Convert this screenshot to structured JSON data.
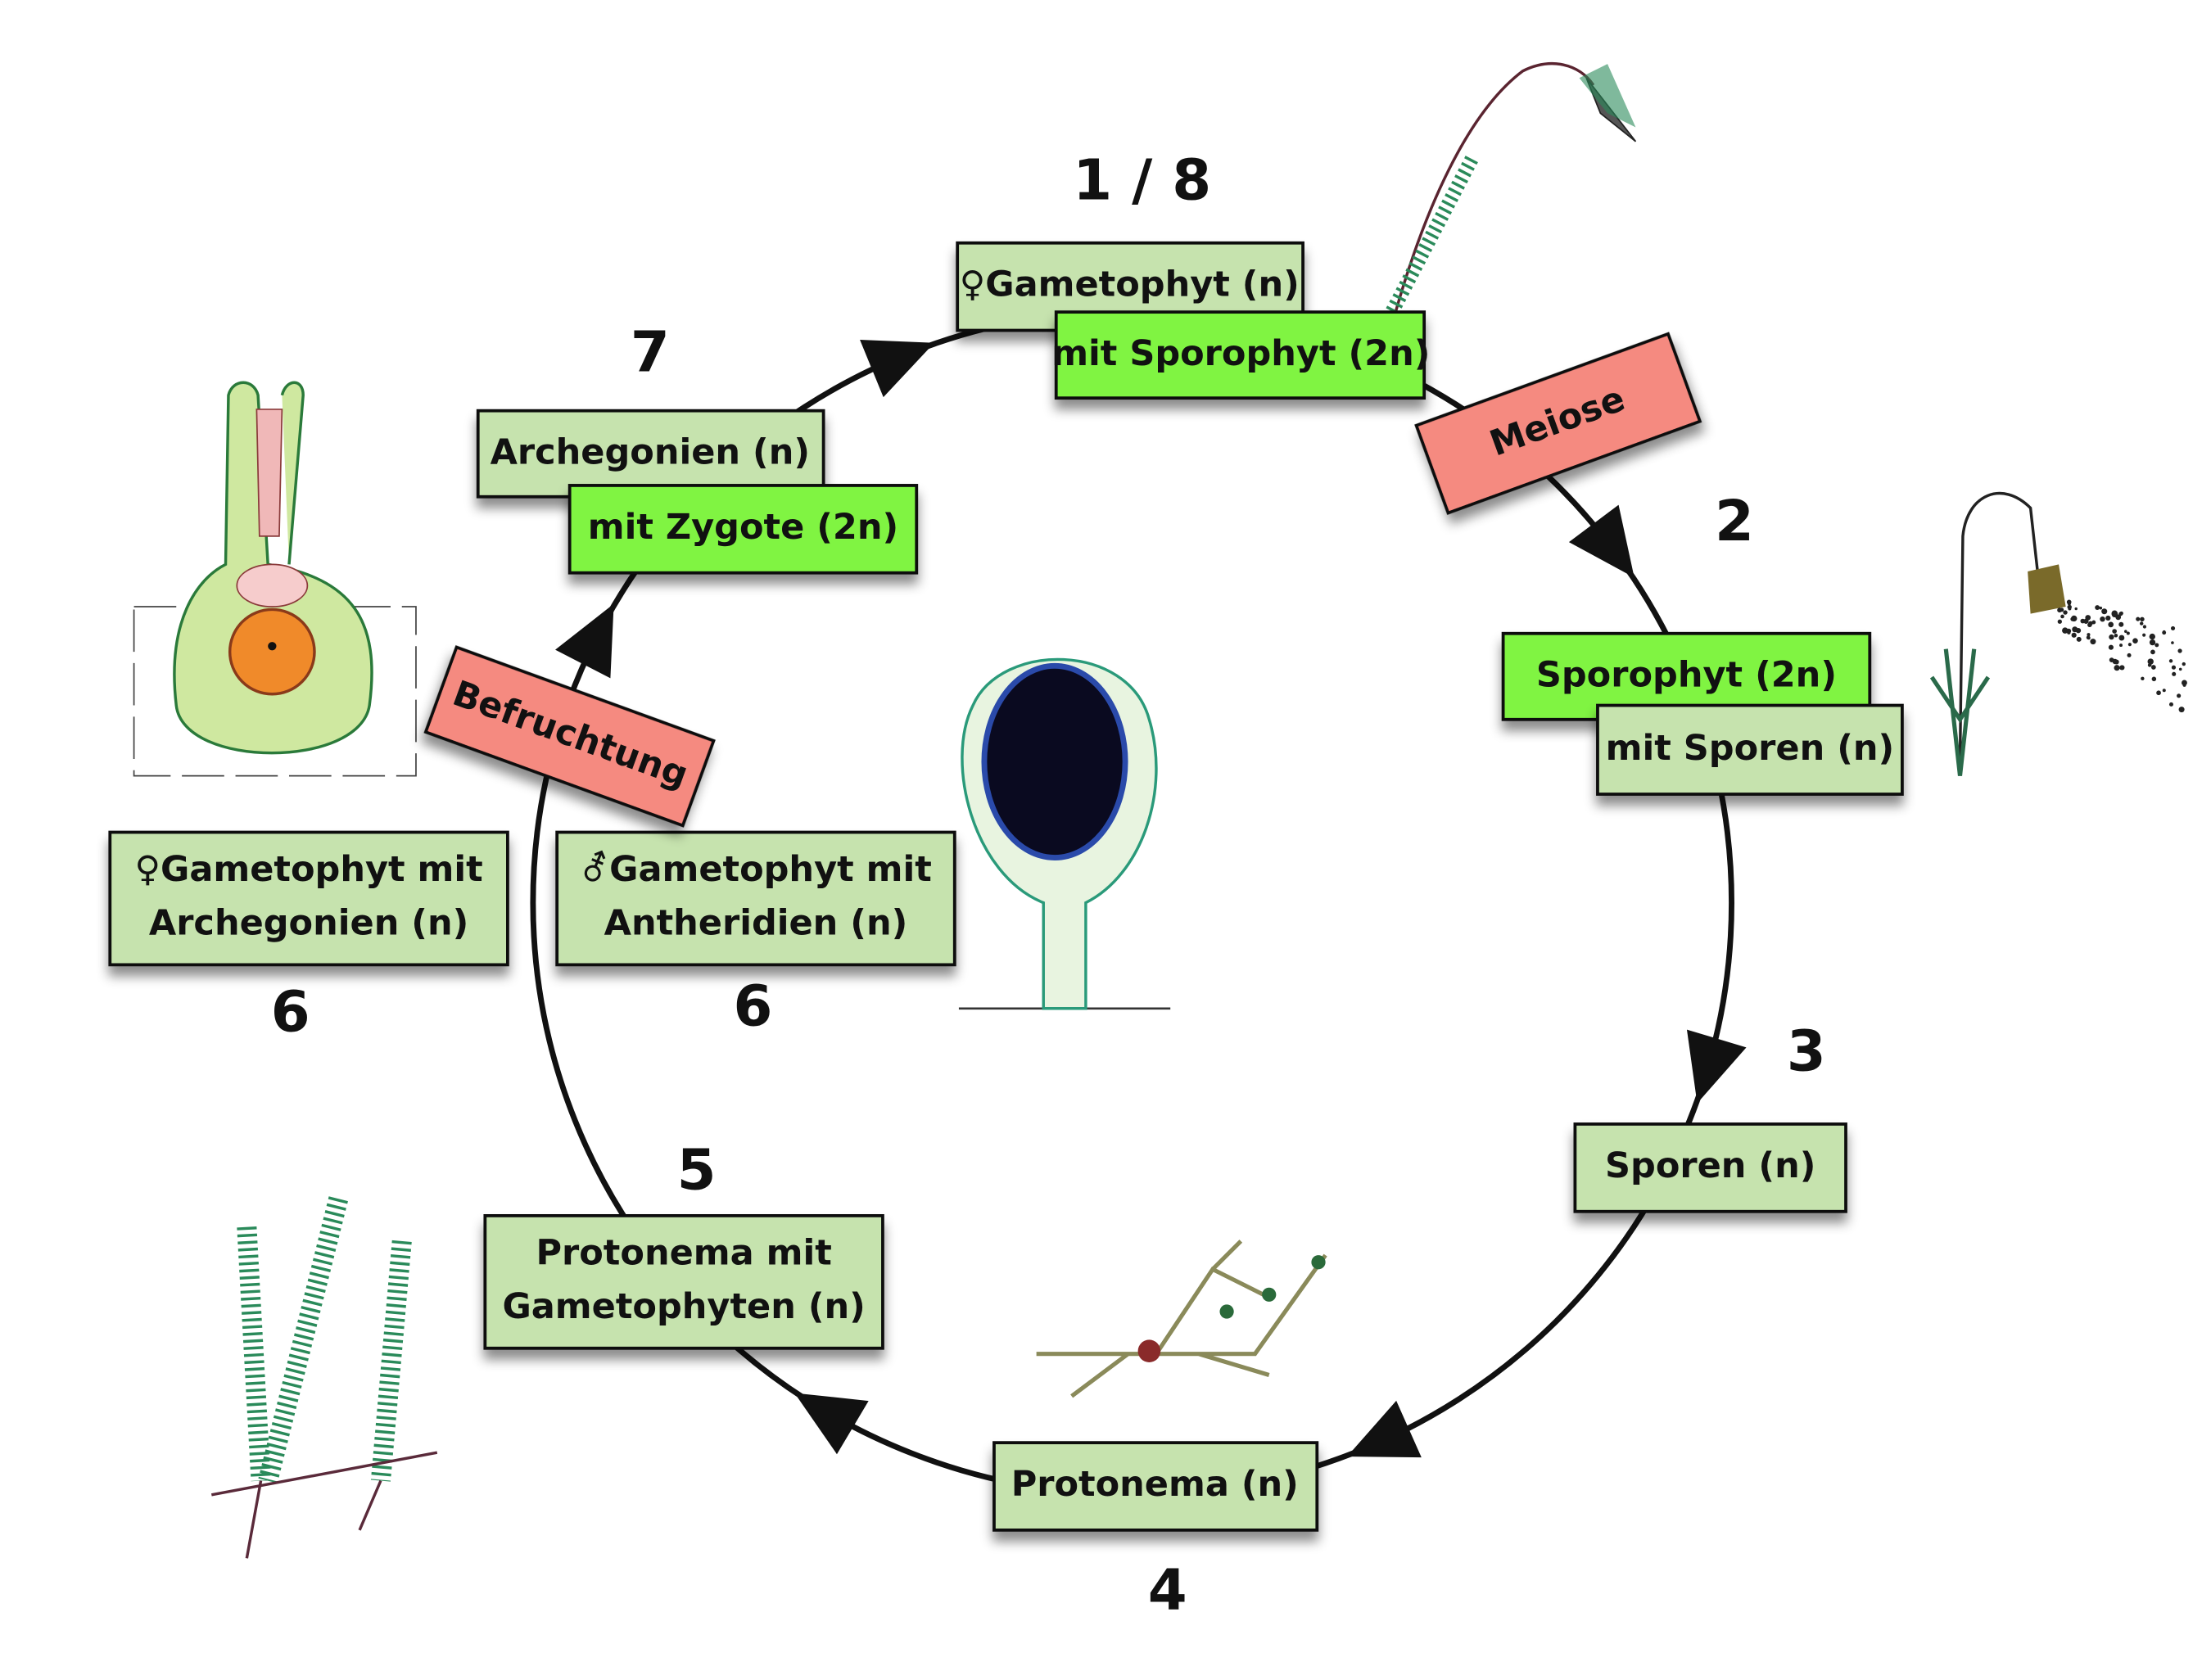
{
  "stage_numbers": {
    "s1_8": "1 / 8",
    "s2": "2",
    "s3": "3",
    "s4": "4",
    "s5": "5",
    "s6_female": "6",
    "s6_male": "6",
    "s7": "7"
  },
  "boxes": {
    "gametophyt": "♀Gametophyt (n)",
    "mit_sporophyt": "mit Sporophyt (2n)",
    "sporophyt": "Sporophyt (2n)",
    "mit_sporen": "mit Sporen (n)",
    "sporen": "Sporen (n)",
    "protonema": "Protonema (n)",
    "protonema_gam_1": "Protonema mit",
    "protonema_gam_2": "Gametophyten (n)",
    "female_1": "♀Gametophyt mit",
    "female_2": "Archegonien (n)",
    "male_1": "⚦Gametophyt mit",
    "male_2": "Antheridien (n)",
    "archegonien": "Archegonien (n)",
    "mit_zygote": "mit Zygote (2n)"
  },
  "processes": {
    "meiose": "Meiose",
    "befruchtung": "Befruchtung"
  },
  "colors": {
    "haploid_box": "#c6e3ae",
    "diploid_box": "#80f442",
    "process_box": "#f58a80",
    "cycle_line": "#111111"
  },
  "cycle_direction": "clockwise"
}
